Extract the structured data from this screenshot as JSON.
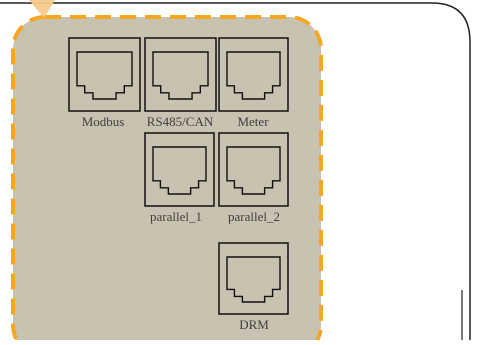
{
  "diagram": {
    "colors": {
      "panel_fill": "#c8c2b0",
      "panel_dash": "#f5a623",
      "pointer": "#f5c98a",
      "enclosure_stroke": "#222222",
      "port_stroke": "#111111"
    },
    "ports": [
      {
        "id": "modbus",
        "label": "Modbus",
        "icon": "rj45-port-icon"
      },
      {
        "id": "rs485-can",
        "label": "RS485/CAN",
        "icon": "rj45-port-icon"
      },
      {
        "id": "meter",
        "label": "Meter",
        "icon": "rj45-port-icon"
      },
      {
        "id": "parallel-1",
        "label": "parallel_1",
        "icon": "rj45-port-icon"
      },
      {
        "id": "parallel-2",
        "label": "parallel_2",
        "icon": "rj45-port-icon"
      },
      {
        "id": "drm",
        "label": "DRM",
        "icon": "rj45-port-icon"
      }
    ]
  }
}
